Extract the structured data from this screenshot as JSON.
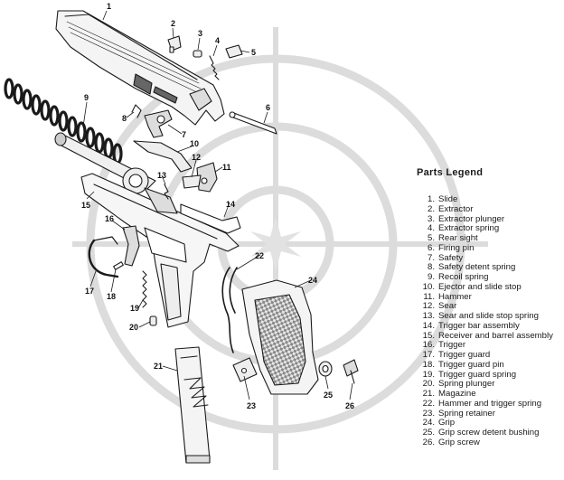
{
  "legend": {
    "title": "Parts Legend",
    "items": [
      {
        "num": "1.",
        "label": "Slide"
      },
      {
        "num": "2.",
        "label": "Extractor"
      },
      {
        "num": "3.",
        "label": "Extractor plunger"
      },
      {
        "num": "4.",
        "label": "Extractor spring"
      },
      {
        "num": "5.",
        "label": "Rear sight"
      },
      {
        "num": "6.",
        "label": "Firing pin"
      },
      {
        "num": "7.",
        "label": "Safety"
      },
      {
        "num": "8.",
        "label": "Safety detent spring"
      },
      {
        "num": "9.",
        "label": "Recoil spring"
      },
      {
        "num": "10.",
        "label": "Ejector and slide stop"
      },
      {
        "num": "11.",
        "label": "Hammer"
      },
      {
        "num": "12.",
        "label": "Sear"
      },
      {
        "num": "13.",
        "label": "Sear and slide stop spring"
      },
      {
        "num": "14.",
        "label": "Trigger bar assembly"
      },
      {
        "num": "15.",
        "label": "Receiver and barrel assembly"
      },
      {
        "num": "16.",
        "label": "Trigger"
      },
      {
        "num": "17.",
        "label": "Trigger guard"
      },
      {
        "num": "18.",
        "label": "Trigger guard pin"
      },
      {
        "num": "19.",
        "label": "Trigger guard spring"
      },
      {
        "num": "20.",
        "label": "Spring plunger"
      },
      {
        "num": "21.",
        "label": "Magazine"
      },
      {
        "num": "22.",
        "label": "Hammer and trigger spring"
      },
      {
        "num": "23.",
        "label": "Spring retainer"
      },
      {
        "num": "24.",
        "label": "Grip"
      },
      {
        "num": "25.",
        "label": "Grip screw detent bushing"
      },
      {
        "num": "26.",
        "label": "Grip screw"
      }
    ]
  },
  "callouts": {
    "c1": "1",
    "c2": "2",
    "c3": "3",
    "c4": "4",
    "c5": "5",
    "c6": "6",
    "c7": "7",
    "c8": "8",
    "c9": "9",
    "c10": "10",
    "c11": "11",
    "c12": "12",
    "c13": "13",
    "c14": "14",
    "c15": "15",
    "c16": "16",
    "c17": "17",
    "c18": "18",
    "c19": "19",
    "c20": "20",
    "c21": "21",
    "c22": "22",
    "c23": "23",
    "c24": "24",
    "c25": "25",
    "c26": "26"
  },
  "colors": {
    "ink": "#1a1a1a",
    "watermark": "#d9d9d9",
    "paper": "#ffffff"
  }
}
